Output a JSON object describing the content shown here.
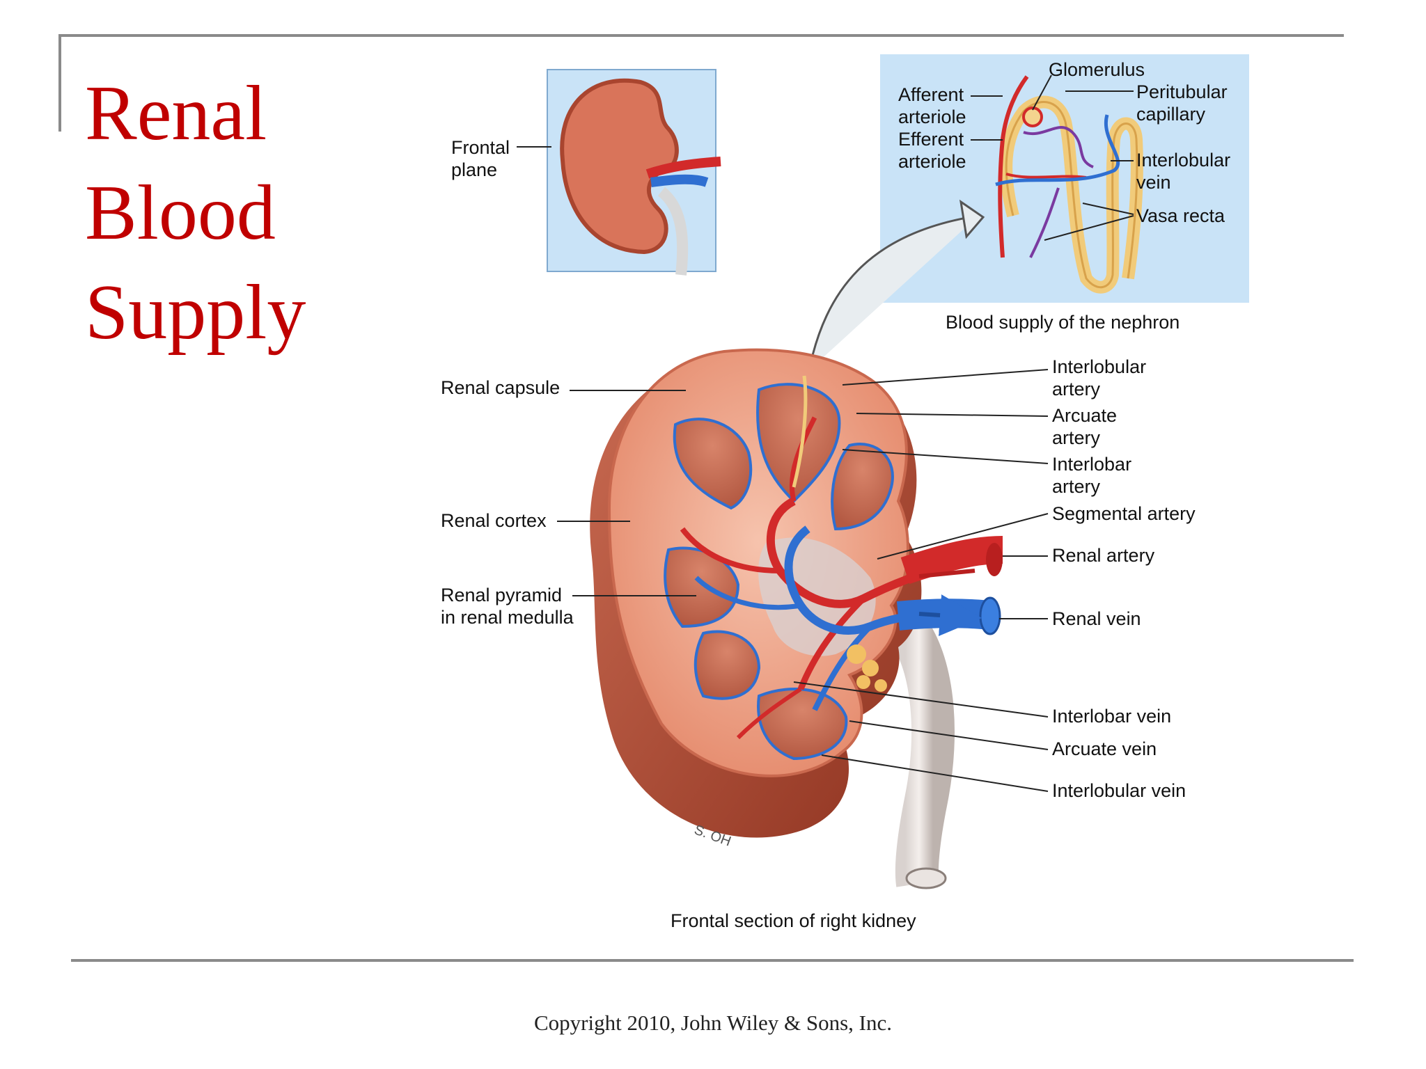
{
  "slide": {
    "title_lines": [
      "Renal",
      "Blood",
      "Supply"
    ],
    "copyright": "Copyright 2010, John Wiley & Sons, Inc."
  },
  "inset_frontal": {
    "label_line1": "Frontal",
    "label_line2": "plane"
  },
  "inset_nephron": {
    "caption": "Blood supply of the nephron",
    "labels": {
      "glomerulus": "Glomerulus",
      "afferent_1": "Afferent",
      "afferent_2": "arteriole",
      "efferent_1": "Efferent",
      "efferent_2": "arteriole",
      "peritubular_1": "Peritubular",
      "peritubular_2": "capillary",
      "interlobular_vein_1": "Interlobular",
      "interlobular_vein_2": "vein",
      "vasa_recta": "Vasa recta"
    }
  },
  "main_kidney": {
    "caption": "Frontal section of right kidney",
    "artist_mark": "S. OH",
    "left_labels": {
      "renal_capsule": "Renal capsule",
      "renal_cortex": "Renal cortex",
      "renal_pyramid_1": "Renal pyramid",
      "renal_pyramid_2": "in renal medulla"
    },
    "right_labels": {
      "interlobular_artery_1": "Interlobular",
      "interlobular_artery_2": "artery",
      "arcuate_artery_1": "Arcuate",
      "arcuate_artery_2": "artery",
      "interlobar_artery_1": "Interlobar",
      "interlobar_artery_2": "artery",
      "segmental_artery": "Segmental artery",
      "renal_artery": "Renal artery",
      "renal_vein": "Renal vein",
      "interlobar_vein": "Interlobar vein",
      "arcuate_vein": "Arcuate vein",
      "interlobular_vein": "Interlobular vein"
    }
  },
  "colors": {
    "title": "#c00000",
    "artery": "#d22a2a",
    "vein": "#2f6fd1",
    "cortex": "#e9967a",
    "capsule": "#b5503a",
    "inset_bg": "#c9e3f7"
  }
}
